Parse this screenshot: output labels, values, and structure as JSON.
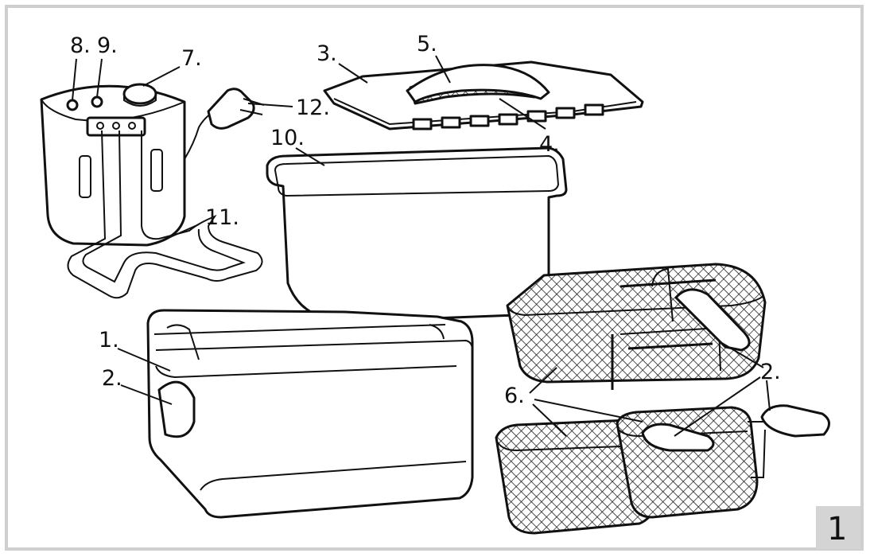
{
  "figure_number": "1",
  "callouts": {
    "c1": "1.",
    "c2a": "2.",
    "c2b": "2.",
    "c3": "3.",
    "c4": "4.",
    "c5": "5.",
    "c6": "6.",
    "c7": "7.",
    "c8": "8.",
    "c9": "9.",
    "c10": "10.",
    "c11": "11.",
    "c12": "12."
  },
  "colors": {
    "frame": "#cfcfcf",
    "figure_box": "#d4d4d4",
    "line": "#111111"
  }
}
